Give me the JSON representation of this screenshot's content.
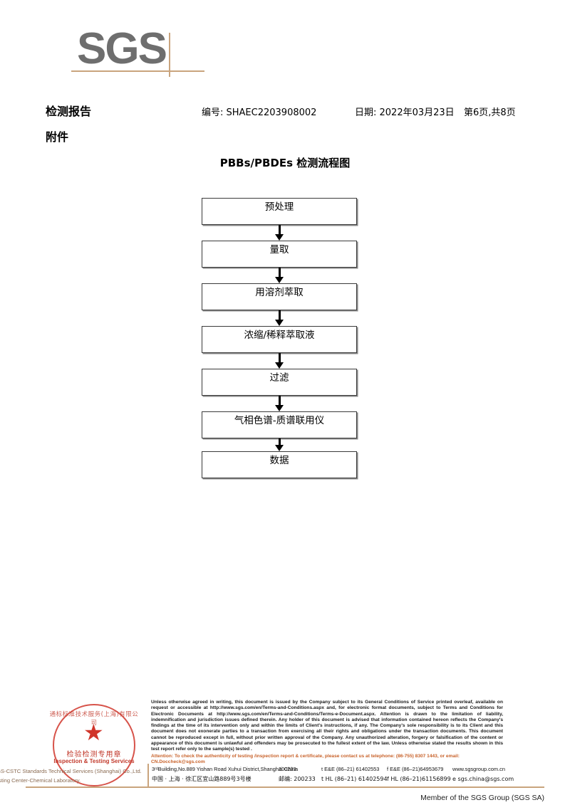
{
  "logo": {
    "text": "SGS",
    "brand_gray": "#6e6e6e",
    "brand_tan": "#c9a47d"
  },
  "header": {
    "report_title": "检测报告",
    "attachment_label": "附件",
    "number": "编号: SHAEC2203908002",
    "date": "日期: 2022年03月23日",
    "page": "第6页,共8页"
  },
  "flowchart": {
    "title": "PBBs/PBDEs 检测流程图",
    "steps": [
      {
        "label": "预处理"
      },
      {
        "label": "量取"
      },
      {
        "label": "用溶剂萃取"
      },
      {
        "label": "浓缩/稀释萃取液"
      },
      {
        "label": "过滤"
      },
      {
        "label": "气相色谱-质谱联用仪"
      },
      {
        "label": "数据"
      }
    ]
  },
  "footer": {
    "seal": {
      "arc_top": "通标标准技术服务(上海)有限公司",
      "star": "★",
      "chinese": "检验检测专用章",
      "english": "Inspection & Testing Services",
      "color": "#c8372b"
    },
    "company_line1": "SGS-CSTC Standards Technical Services (Shanghai) Co.,Ltd.",
    "company_line2": "Testing Center-Chemical Laboratory.",
    "legal_text": "Unless otherwise agreed in writing, this document is issued by the Company subject to its General Conditions of Service printed overleaf, available on request or accessible at http://www.sgs.com/en/Terms-and-Conditions.aspx and, for electronic format documents, subject to Terms and Conditions for Electronic Documents at http://www.sgs.com/en/Terms-and-Conditions/Terms-e-Document.aspx. Attention is drawn to the limitation of liability, indemnification and jurisdiction issues defined therein. Any holder of this document is advised that information contained hereon reflects the Company's findings at the time of its intervention only and within the limits of Client's instructions, if any. The Company's sole responsibility is to its Client and this document does not exonerate parties to a transaction from exercising all their rights and obligations under the transaction documents. This document cannot be reproduced except in full, without prior written approval of the Company. Any unauthorized alteration, forgery or falsification of the content or appearance of this document is unlawful and offenders may be prosecuted to the fullest extent of the law. Unless otherwise stated the results shown in this test report refer only to the sample(s) tested .",
    "attention_text": "Attention: To check the authenticity of testing /inspection report & certificate, please contact us at telephone: (86-755) 8307 1443, or email: CN.Doccheck@sgs.com",
    "address_rows": [
      {
        "address": "3ʳᵈBuilding,No.889 Yishan Road Xuhui District,Shanghai China",
        "postcode": "200233",
        "phone1": "t E&E (86–21) 61402553",
        "phone2": "f E&E (86–21)64953679",
        "contact": "www.sgsgroup.com.cn"
      },
      {
        "address": "中国 · 上海 · 徐汇区宜山路889号3号楼",
        "postcode": "邮编: 200233",
        "phone1": "t HL (86–21) 61402594",
        "phone2": "f HL (86–21)61156899",
        "contact": "e sgs.china@sgs.com"
      }
    ],
    "member_line": "Member of the SGS Group (SGS SA)"
  }
}
